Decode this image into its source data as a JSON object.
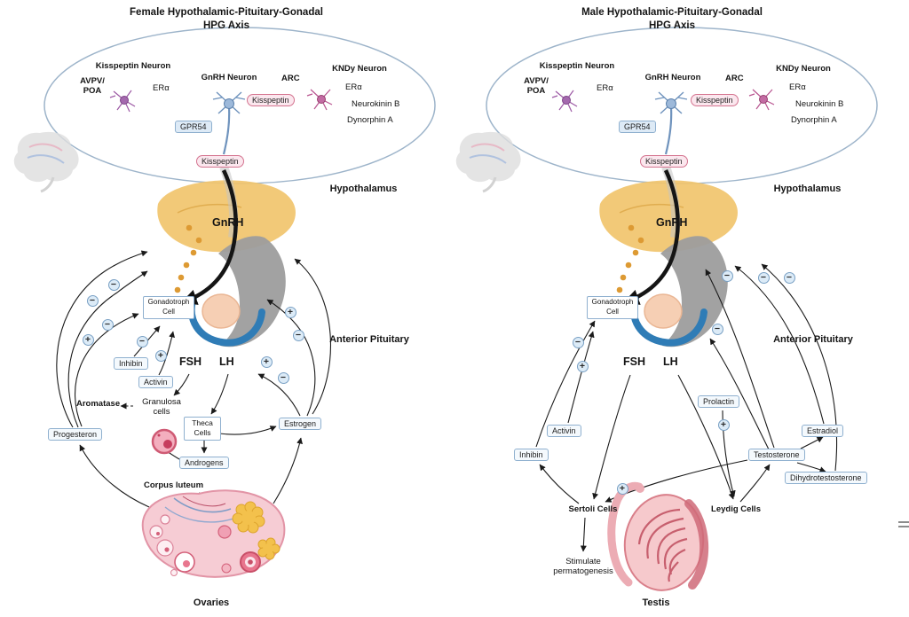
{
  "diagram": {
    "type": "biology-pathway-figure",
    "signs": {
      "plus": "+",
      "minus": "−"
    },
    "colors": {
      "ellipse_stroke": "#9db4ca",
      "kisspeptin_pink": "#d4738f",
      "badge_blue_border": "#8fb0cf",
      "hypothalamus_yellow": "#f1c46c",
      "pituitary_blue": "#2f7cb6",
      "secretion_dot_orange": "#dd9a33",
      "neuron_purple": "#9c58a4",
      "neuron_blue": "#6f93bd",
      "neuron_magenta": "#b8538f",
      "gonad_pink": "#f6ccd4",
      "arrow_black": "#1a1a1a"
    }
  },
  "female": {
    "title1": "Female Hypothalamic-Pituitary-Gonadal",
    "title2": "HPG Axis",
    "kisspeptin_neuron": "Kisspeptin Neuron",
    "avpv_line1": "AVPV/",
    "avpv_line2": "POA",
    "era_left": "ERα",
    "gnrh_neuron": "GnRH Neuron",
    "kisspeptin_badge_upper": "Kisspeptin",
    "gpr54": "GPR54",
    "arc": "ARC",
    "kndy_neuron": "KNDy Neuron",
    "era_right": "ERα",
    "neurokinin_b": "Neurokinin B",
    "dynorphin_a": "Dynorphin A",
    "kisspeptin_badge_lower": "Kisspeptin",
    "hypothalamus": "Hypothalamus",
    "gnrh": "GnRH",
    "gonadotroph_line1": "Gonadotroph",
    "gonadotroph_line2": "Cell",
    "anterior_pituitary": "Anterior Pituitary",
    "fsh": "FSH",
    "lh": "LH",
    "inhibin": "Inhibin",
    "activin": "Activin",
    "aromatase": "Aromatase",
    "granulosa_line1": "Granulosa",
    "granulosa_line2": "cells",
    "theca_line1": "Theca",
    "theca_line2": "Cells",
    "estrogen": "Estrogen",
    "progesteron": "Progesteron",
    "androgens": "Androgens",
    "corpus_luteum": "Corpus luteum",
    "ovaries": "Ovaries"
  },
  "male": {
    "title1": "Male Hypothalamic-Pituitary-Gonadal",
    "title2": "HPG Axis",
    "kisspeptin_neuron": "Kisspeptin Neuron",
    "avpv_line1": "AVPV/",
    "avpv_line2": "POA",
    "era_left": "ERα",
    "gnrh_neuron": "GnRH Neuron",
    "kisspeptin_badge_upper": "Kisspeptin",
    "gpr54": "GPR54",
    "arc": "ARC",
    "kndy_neuron": "KNDy Neuron",
    "era_right": "ERα",
    "neurokinin_b": "Neurokinin B",
    "dynorphin_a": "Dynorphin A",
    "kisspeptin_badge_lower": "Kisspeptin",
    "hypothalamus": "Hypothalamus",
    "gnrh": "GnRH",
    "gonadotroph_line1": "Gonadotroph",
    "gonadotroph_line2": "Cell",
    "anterior_pituitary": "Anterior Pituitary",
    "fsh": "FSH",
    "lh": "LH",
    "prolactin": "Prolactin",
    "activin": "Activin",
    "inhibin": "Inhibin",
    "estradiol": "Estradiol",
    "testosterone": "Testosterone",
    "dihydrotestosterone": "Dihydrotestosterone",
    "sertoli_cells": "Sertoli Cells",
    "leydig_cells": "Leydig Cells",
    "stimulate_line1": "Stimulate",
    "stimulate_line2": "permatogenesis",
    "testis": "Testis"
  }
}
